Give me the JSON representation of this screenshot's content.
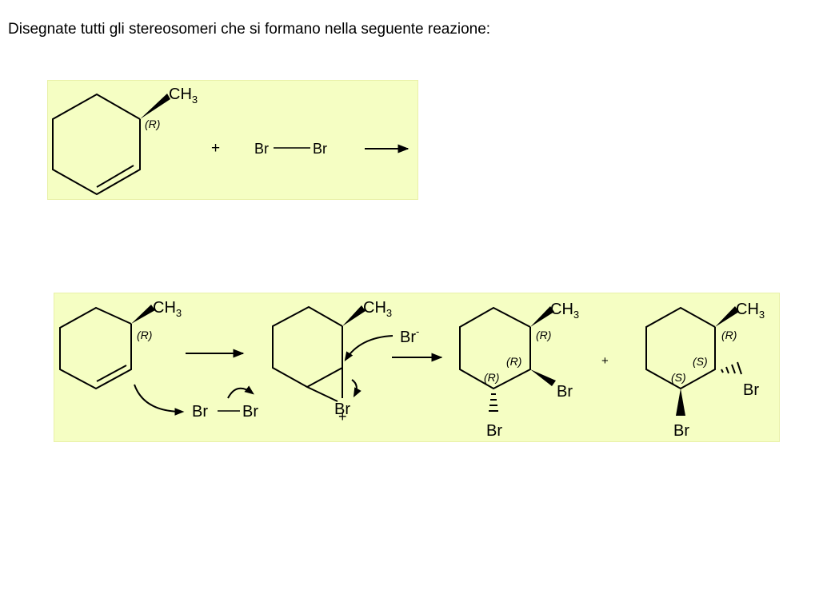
{
  "title": "Disegnate tutti gli stereosomeri che si formano nella seguente reazione:",
  "colors": {
    "panel": "#f5fec3",
    "ink": "#000000"
  },
  "top": {
    "methyl": "CH",
    "methyl_sub": "3",
    "stereo": "(R)",
    "plus": "+",
    "br_left": "Br",
    "br_right": "Br"
  },
  "bottom": {
    "start_methyl": "CH",
    "start_methyl_sub": "3",
    "start_stereo": "(R)",
    "br2_left": "Br",
    "br2_right": "Br",
    "bromonium_methyl": "CH",
    "bromonium_methyl_sub": "3",
    "bromonium_br": "Br",
    "bromonium_charge": "+",
    "bromide": "Br",
    "bromide_charge": "-",
    "prod1_methyl": "CH",
    "prod1_methyl_sub": "3",
    "prod1_stereo_c1": "(R)",
    "prod1_stereo_c2": "(R)",
    "prod1_stereo_c3": "(R)",
    "prod1_br_side": "Br",
    "prod1_br_down": "Br",
    "plus": "+",
    "prod2_methyl": "CH",
    "prod2_methyl_sub": "3",
    "prod2_stereo_c1": "(R)",
    "prod2_stereo_c2": "(S)",
    "prod2_stereo_c3": "(S)",
    "prod2_br_side": "Br",
    "prod2_br_down": "Br"
  }
}
